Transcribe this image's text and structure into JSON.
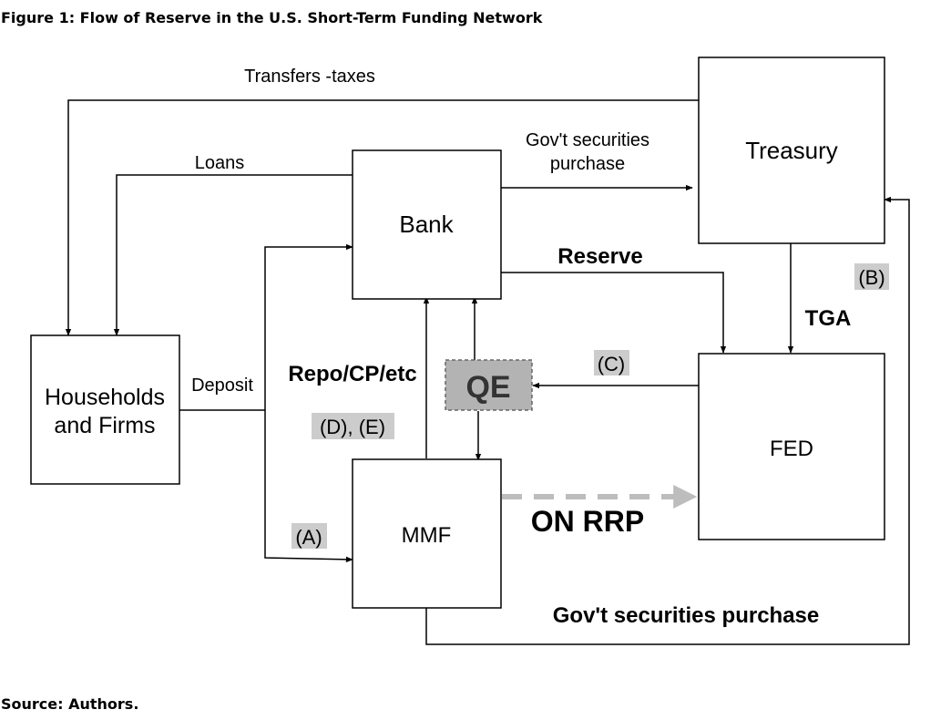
{
  "figure": {
    "title": "Figure 1: Flow of Reserve in the U.S. Short-Term Funding Network",
    "source": "Source: Authors."
  },
  "nodes": {
    "treasury": "Treasury",
    "bank": "Bank",
    "households_line1": "Households",
    "households_line2": "and Firms",
    "fed": "FED",
    "mmf": "MMF",
    "qe": "QE"
  },
  "edges": {
    "transfers": "Transfers -taxes",
    "loans": "Loans",
    "govt_sec_line1": "Gov't securities",
    "govt_sec_line2": "purchase",
    "reserve": "Reserve",
    "tga": "TGA",
    "deposit": "Deposit",
    "repo": "Repo/CP/etc",
    "on_rrp": "ON RRP",
    "mmf_govt_sec": "Gov't securities purchase"
  },
  "markers": {
    "a": "(A)",
    "b": "(B)",
    "c": "(C)",
    "de": "(D), (E)"
  },
  "colors": {
    "marker_bg": "#cccccc",
    "qe_fill": "#b3b3b3",
    "qe_border": "#666666",
    "on_rrp_arrow": "#bdbdbd",
    "line": "#000000"
  }
}
